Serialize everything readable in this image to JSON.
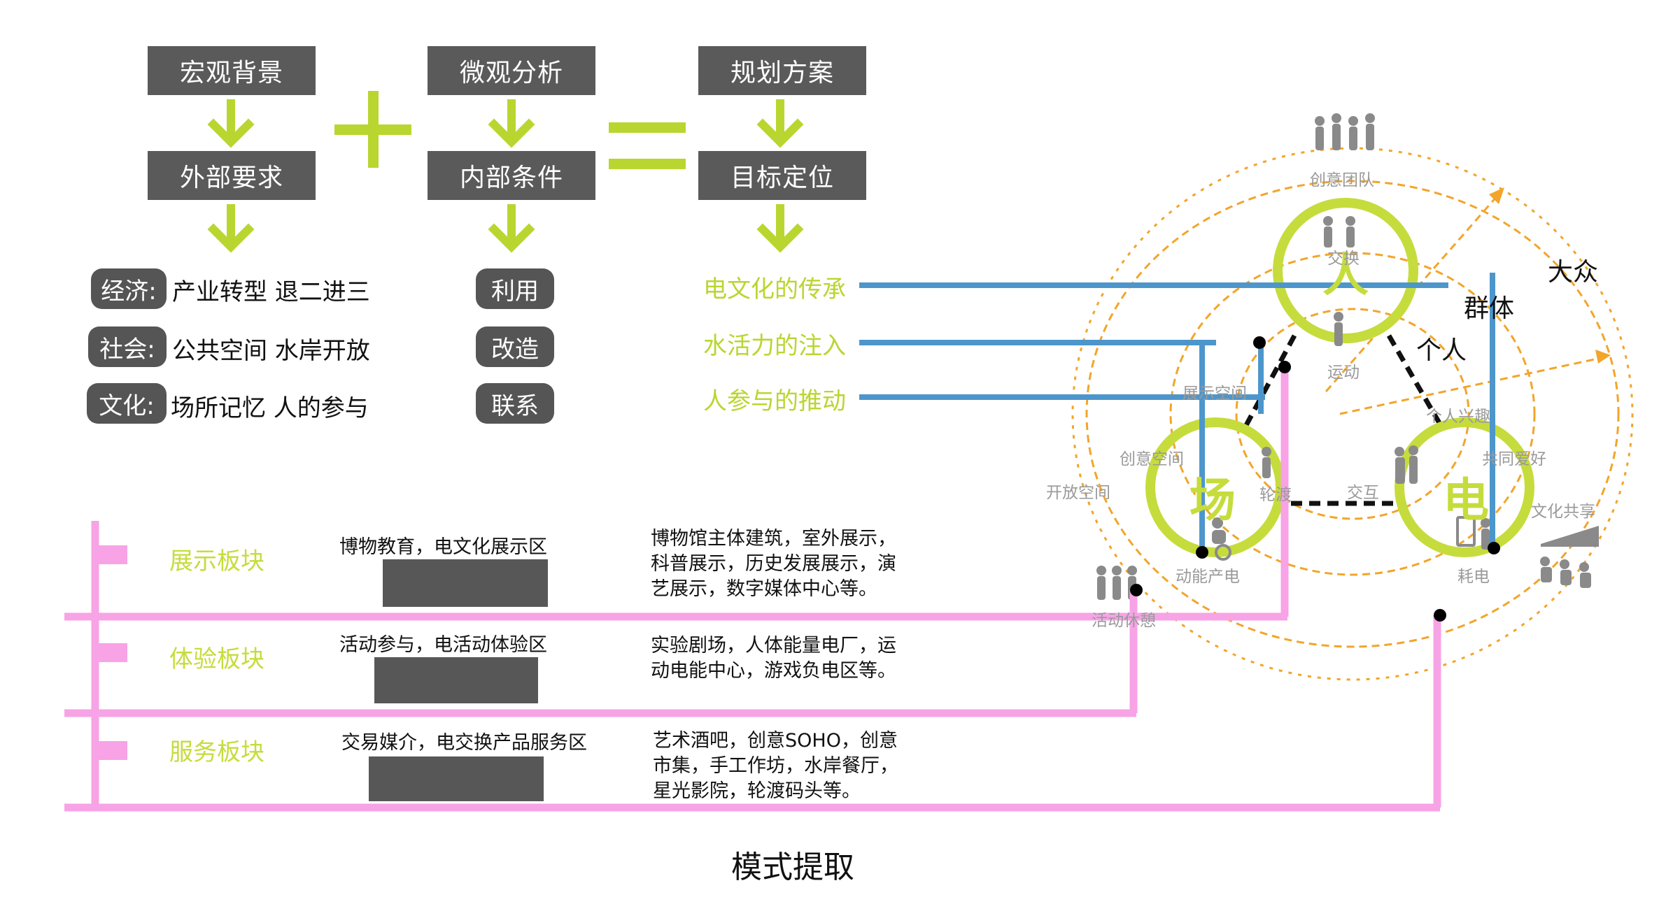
{
  "top_row": {
    "col1": {
      "head": "宏观背景",
      "sub": "外部要求"
    },
    "col2": {
      "head": "微观分析",
      "sub": "内部条件"
    },
    "col3": {
      "head": "规划方案",
      "sub": "目标定位"
    }
  },
  "requirements": [
    {
      "tag": "经济:",
      "text": "产业转型 退二进三"
    },
    {
      "tag": "社会:",
      "text": "公共空间 水岸开放"
    },
    {
      "tag": "文化:",
      "text": "场所记忆 人的参与"
    }
  ],
  "conditions": [
    "利用",
    "改造",
    "联系"
  ],
  "goals": [
    "电文化的传承",
    "水活力的注入",
    "人参与的推动"
  ],
  "modules": [
    {
      "name": "展示板块",
      "subtitle": "博物教育，电文化展示区",
      "desc": [
        "博物馆主体建筑，室外展示，",
        "科普展示，历史发展展示，演",
        "艺展示，数字媒体中心等。"
      ]
    },
    {
      "name": "体验板块",
      "subtitle": "活动参与，电活动体验区",
      "desc": [
        "实验剧场，人体能量电厂，运",
        "动电能中心，游戏负电区等。"
      ]
    },
    {
      "name": "服务板块",
      "subtitle": "交易媒介，电交换产品服务区",
      "desc": [
        "艺术酒吧，创意SOHO，创意",
        "市集，手工作坊，水岸餐厅，",
        "星光影院，轮渡码头等。"
      ]
    }
  ],
  "nodes": {
    "person": "人",
    "place": "场",
    "power": "电"
  },
  "tags": {
    "team": "创意团队",
    "exchange": "交换",
    "sport": "运动",
    "display_space": "展示空间",
    "creative_space": "创意空间",
    "open_space": "开放空间",
    "ferry": "轮渡",
    "interaction": "交互",
    "kinetic": "动能产电",
    "consume": "耗电",
    "interest": "个人兴趣",
    "hobby": "共同爱好",
    "culture": "文化共享",
    "leisure": "活动休憩"
  },
  "scale": {
    "public": "大众",
    "group": "群体",
    "individual": "个人"
  },
  "caption": "模式提取",
  "colors": {
    "green": "#b9d630",
    "blue": "#4d96cc",
    "pink": "#f7a3e6",
    "orange": "#f2a52a",
    "dark": "#5a5a5a"
  }
}
